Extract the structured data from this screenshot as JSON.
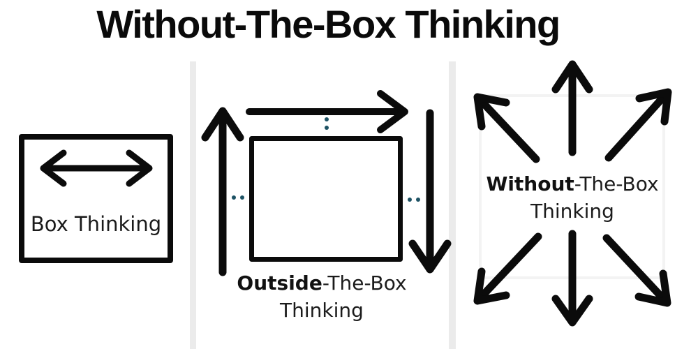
{
  "title": "Without-The-Box Thinking",
  "colors": {
    "ink": "#0b0b0b",
    "text": "#1b1b1b",
    "divider": "#ebebeb",
    "faint_box_border": "#f3f3f3",
    "dot_teal": "#1d5264"
  },
  "panels": {
    "box": {
      "label": "Box Thinking",
      "icon": "double-headed-horizontal-arrow-inside-box"
    },
    "outside": {
      "label_bold": "Outside",
      "label_rest": "-The-Box",
      "label_line2": "Thinking",
      "icon": "arrows-circling-outside-box-with-teal-dots"
    },
    "without": {
      "label_bold": "Without",
      "label_rest": "-The-Box",
      "label_line2": "Thinking",
      "icon": "six-arrows-radiating-outward-over-faint-box"
    }
  }
}
